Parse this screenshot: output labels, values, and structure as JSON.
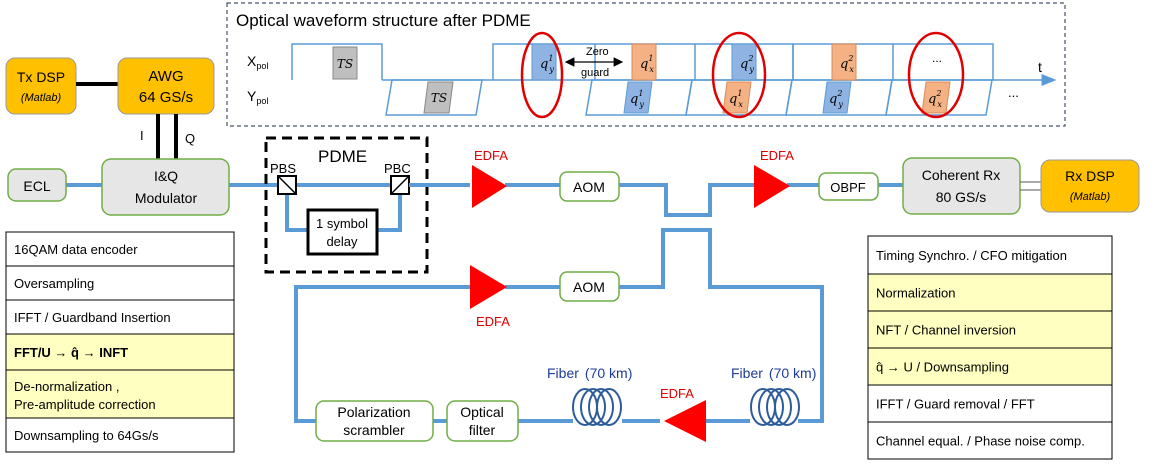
{
  "waveform": {
    "title": "Optical waveform structure after PDME",
    "xpol_main": "X",
    "xpol_sub": "pol",
    "ypol_main": "Y",
    "ypol_sub": "pol",
    "ts": "TS",
    "zero_guard_1": "Zero",
    "zero_guard_2": "guard",
    "time": "t",
    "ellipsis": "...",
    "symbols": {
      "qy1_base": "q",
      "qy1_sub": "y",
      "qy1_sup": "1",
      "qx1_base": "q",
      "qx1_sub": "x",
      "qx1_sup": "1",
      "qy2_base": "q",
      "qy2_sub": "y",
      "qy2_sup": "2",
      "qx2_base": "q",
      "qx2_sub": "x",
      "qx2_sup": "2"
    }
  },
  "blocks": {
    "tx_dsp": "Tx DSP",
    "tx_dsp_sub": "(Matlab)",
    "awg": "AWG",
    "awg_rate": "64 GS/s",
    "i_label": "I",
    "q_label": "Q",
    "ecl": "ECL",
    "modulator_1": "I&Q",
    "modulator_2": "Modulator",
    "pdme": "PDME",
    "pbs": "PBS",
    "pbc": "PBC",
    "delay_1": "1 symbol",
    "delay_2": "delay",
    "edfa": "EDFA",
    "aom": "AOM",
    "obpf": "OBPF",
    "coherent_rx_1": "Coherent Rx",
    "coherent_rx_2": "80 GS/s",
    "rx_dsp": "Rx DSP",
    "rx_dsp_sub": "(Matlab)",
    "fiber": "Fiber",
    "fiber_len": "(70 km)",
    "pol_scrambler_1": "Polarization",
    "pol_scrambler_2": "scrambler",
    "optical_filter_1": "Optical",
    "optical_filter_2": "filter"
  },
  "tx_steps": [
    {
      "text": "16QAM data encoder",
      "highlight": false
    },
    {
      "text": "Oversampling",
      "highlight": false
    },
    {
      "text": "IFFT / Guardband Insertion",
      "highlight": false
    },
    {
      "text": "FFT/U → q̂ → INFT",
      "highlight": true
    },
    {
      "text": "De-normalization ,",
      "text2": "Pre-amplitude correction",
      "highlight": true
    },
    {
      "text": "Downsampling to 64Gs/s",
      "highlight": false
    }
  ],
  "rx_steps": [
    {
      "text": "Timing Synchro. / CFO mitigation",
      "highlight": false
    },
    {
      "text": "Normalization",
      "highlight": true
    },
    {
      "text": "NFT / Channel inversion",
      "highlight": true
    },
    {
      "text": "q̂ → U / Downsampling",
      "highlight": true
    },
    {
      "text": "IFFT / Guard removal / FFT",
      "highlight": false
    },
    {
      "text": "Channel equal. / Phase noise comp.",
      "highlight": false
    }
  ],
  "colors": {
    "fiber_line": "#5b9bd5",
    "orange_block": "#ffc000",
    "gray_block": "#e6e6e6",
    "green_border": "#70ad47",
    "edfa_red": "#ff0000",
    "highlight_row": "#ffffc2",
    "qy_fill": "#8fb4e3",
    "qx_fill": "#f4b183",
    "ts_fill": "#bfbfbf",
    "dark_blue_text": "#1f3c99"
  }
}
